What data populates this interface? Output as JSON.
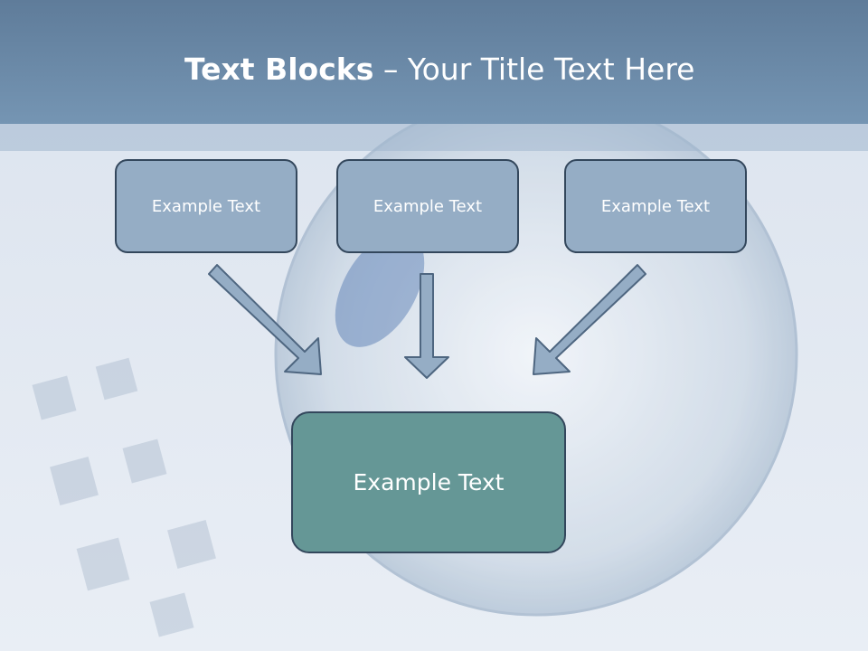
{
  "slide": {
    "title_bold": "Text Blocks",
    "title_rest": " – Your Title Text Here"
  },
  "boxes": {
    "top": [
      "Example Text",
      "Example Text",
      "Example Text"
    ],
    "bottom": "Example Text"
  },
  "colors": {
    "title_bar": "#6a89a8",
    "small_box_fill": "#95adc5",
    "big_box_fill": "#659796",
    "border": "#33475c",
    "arrow_fill": "#95adc5",
    "arrow_stroke": "#4e6680"
  }
}
